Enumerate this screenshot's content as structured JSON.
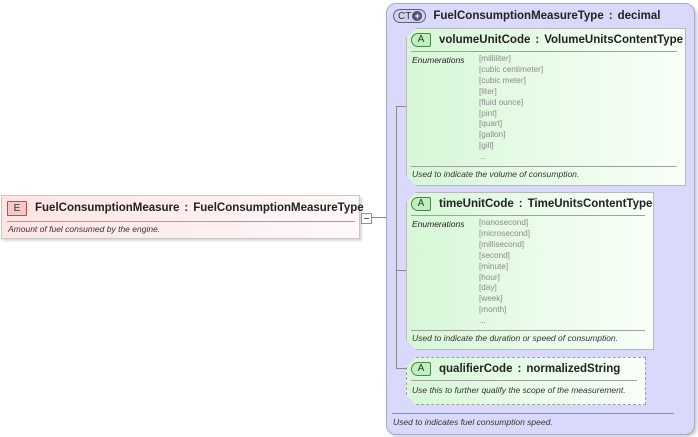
{
  "element": {
    "badge": "E",
    "name": "FuelConsumptionMeasure",
    "separator": ":",
    "type": "FuelConsumptionMeasureType",
    "documentation": "Amount of fuel consumed by the engine."
  },
  "complex_type": {
    "badge": "CT",
    "badge_icon": "+",
    "name": "FuelConsumptionMeasureType",
    "separator": ":",
    "base": "decimal",
    "documentation": "Used to indicates fuel consumption speed.",
    "attributes": [
      {
        "badge": "A",
        "name": "volumeUnitCode",
        "separator": ":",
        "type": "VolumeUnitsContentType",
        "enumerations_label": "Enumerations",
        "enumerations": [
          "[milliliter]",
          "[cubic centimeter]",
          "[cubic meter]",
          "[liter]",
          "[fluid ounce]",
          "[pint]",
          "[quart]",
          "[gallon]",
          "[gill]",
          "..."
        ],
        "documentation": "Used to indicate the volume of consumption.",
        "optional": false
      },
      {
        "badge": "A",
        "name": "timeUnitCode",
        "separator": ":",
        "type": "TimeUnitsContentType",
        "enumerations_label": "Enumerations",
        "enumerations": [
          "[nanosecond]",
          "[microsecond]",
          "[millisecond]",
          "[second]",
          "[minute]",
          "[hour]",
          "[day]",
          "[week]",
          "[month]",
          "..."
        ],
        "documentation": "Used to indicate the duration or speed of consumption.",
        "optional": false
      },
      {
        "badge": "A",
        "name": "qualifierCode",
        "separator": ":",
        "type": "normalizedString",
        "documentation": "Use this to further qualify the scope of the measurement.",
        "optional": true
      }
    ]
  },
  "colors": {
    "element_bg": "#ffe4e4",
    "complex_type_bg": "#d9d9fb",
    "attribute_bg": "#e6fae6"
  }
}
